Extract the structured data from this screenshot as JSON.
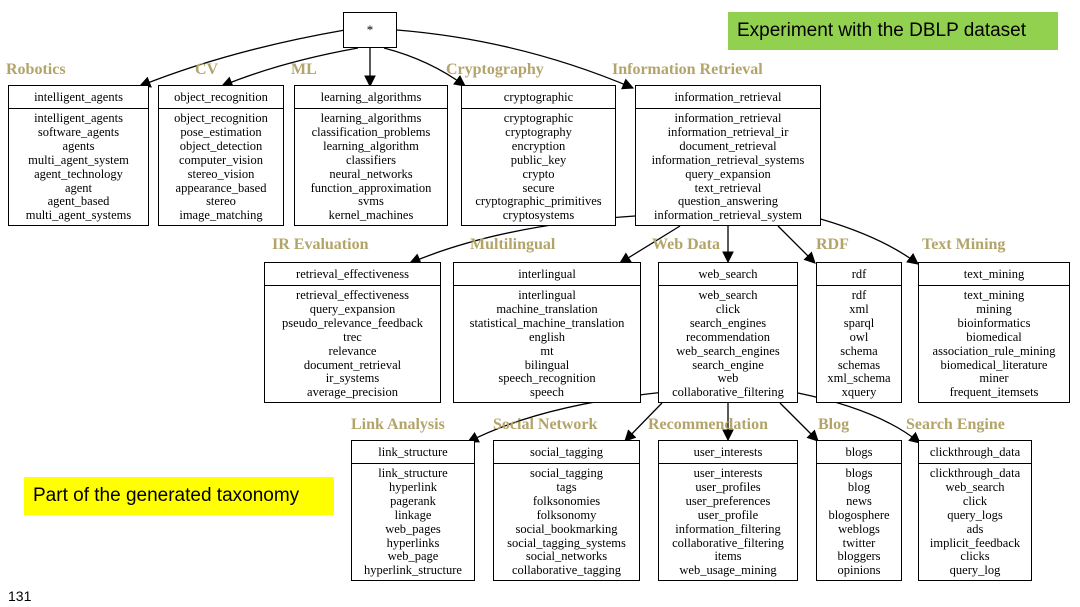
{
  "banner_experiment": "Experiment with the DBLP dataset",
  "banner_taxonomy": "Part of the generated taxonomy",
  "page_number": "131",
  "root_label": "*",
  "label_color": "#b3a46a",
  "nodes": [
    {
      "category": "Robotics",
      "head": "intelligent_agents",
      "terms": [
        "intelligent_agents",
        "software_agents",
        "agents",
        "multi_agent_system",
        "agent_technology",
        "agent",
        "agent_based",
        "multi_agent_systems"
      ]
    },
    {
      "category": "CV",
      "head": "object_recognition",
      "terms": [
        "object_recognition",
        "pose_estimation",
        "object_detection",
        "computer_vision",
        "stereo_vision",
        "appearance_based",
        "stereo",
        "image_matching"
      ]
    },
    {
      "category": "ML",
      "head": "learning_algorithms",
      "terms": [
        "learning_algorithms",
        "classification_problems",
        "learning_algorithm",
        "classifiers",
        "neural_networks",
        "function_approximation",
        "svms",
        "kernel_machines"
      ]
    },
    {
      "category": "Cryptography",
      "head": "cryptographic",
      "terms": [
        "cryptographic",
        "cryptography",
        "encryption",
        "public_key",
        "crypto",
        "secure",
        "cryptographic_primitives",
        "cryptosystems"
      ]
    },
    {
      "category": "Information Retrieval",
      "head": "information_retrieval",
      "terms": [
        "information_retrieval",
        "information_retrieval_ir",
        "document_retrieval",
        "information_retrieval_systems",
        "query_expansion",
        "text_retrieval",
        "question_answering",
        "information_retrieval_system"
      ]
    },
    {
      "category": "IR Evaluation",
      "head": "retrieval_effectiveness",
      "terms": [
        "retrieval_effectiveness",
        "query_expansion",
        "pseudo_relevance_feedback",
        "trec",
        "relevance",
        "document_retrieval",
        "ir_systems",
        "average_precision"
      ]
    },
    {
      "category": "Multilingual",
      "head": "interlingual",
      "terms": [
        "interlingual",
        "machine_translation",
        "statistical_machine_translation",
        "english",
        "mt",
        "bilingual",
        "speech_recognition",
        "speech"
      ]
    },
    {
      "category": "Web Data",
      "head": "web_search",
      "terms": [
        "web_search",
        "click",
        "search_engines",
        "recommendation",
        "web_search_engines",
        "search_engine",
        "web",
        "collaborative_filtering"
      ]
    },
    {
      "category": "RDF",
      "head": "rdf",
      "terms": [
        "rdf",
        "xml",
        "sparql",
        "owl",
        "schema",
        "schemas",
        "xml_schema",
        "xquery"
      ]
    },
    {
      "category": "Text Mining",
      "head": "text_mining",
      "terms": [
        "text_mining",
        "mining",
        "bioinformatics",
        "biomedical",
        "association_rule_mining",
        "biomedical_literature",
        "miner",
        "frequent_itemsets"
      ]
    },
    {
      "category": "Link Analysis",
      "head": "link_structure",
      "terms": [
        "link_structure",
        "hyperlink",
        "pagerank",
        "linkage",
        "web_pages",
        "hyperlinks",
        "web_page",
        "hyperlink_structure"
      ]
    },
    {
      "category": "Social Network",
      "head": "social_tagging",
      "terms": [
        "social_tagging",
        "tags",
        "folksonomies",
        "folksonomy",
        "social_bookmarking",
        "social_tagging_systems",
        "social_networks",
        "collaborative_tagging"
      ]
    },
    {
      "category": "Recommendation",
      "head": "user_interests",
      "terms": [
        "user_interests",
        "user_profiles",
        "user_preferences",
        "user_profile",
        "information_filtering",
        "collaborative_filtering",
        "items",
        "web_usage_mining"
      ]
    },
    {
      "category": "Blog",
      "head": "blogs",
      "terms": [
        "blogs",
        "blog",
        "news",
        "blogosphere",
        "weblogs",
        "twitter",
        "bloggers",
        "opinions"
      ]
    },
    {
      "category": "Search Engine",
      "head": "clickthrough_data",
      "terms": [
        "clickthrough_data",
        "web_search",
        "click",
        "query_logs",
        "ads",
        "implicit_feedback",
        "clicks",
        "query_log"
      ]
    }
  ]
}
